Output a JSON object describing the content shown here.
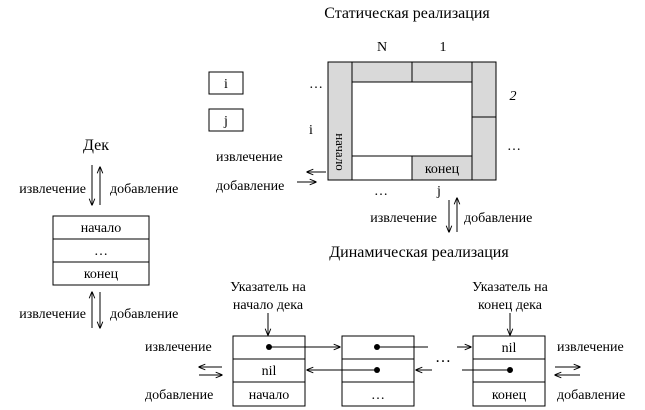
{
  "static": {
    "title": "Статическая реализация",
    "label_n": "N",
    "label_1": "1",
    "label_2": "2",
    "index_i": "i",
    "index_j": "j",
    "ellipsis": "…",
    "cell_start": "начало",
    "cell_end": "конец",
    "extract": "извлечение",
    "add": "добавление"
  },
  "deque": {
    "title": "Дек",
    "extract": "извлечение",
    "add": "добавление",
    "cells": [
      "начало",
      "…",
      "конец"
    ]
  },
  "dynamic": {
    "title": "Динамическая реализация",
    "pointer_start": [
      "Указатель на",
      "начало дека"
    ],
    "pointer_end": [
      "Указатель на",
      "конец дека"
    ],
    "extract": "извлечение",
    "add": "добавление",
    "nil": "nil",
    "ellipsis": "…",
    "node_start": "начало",
    "node_end": "конец"
  }
}
